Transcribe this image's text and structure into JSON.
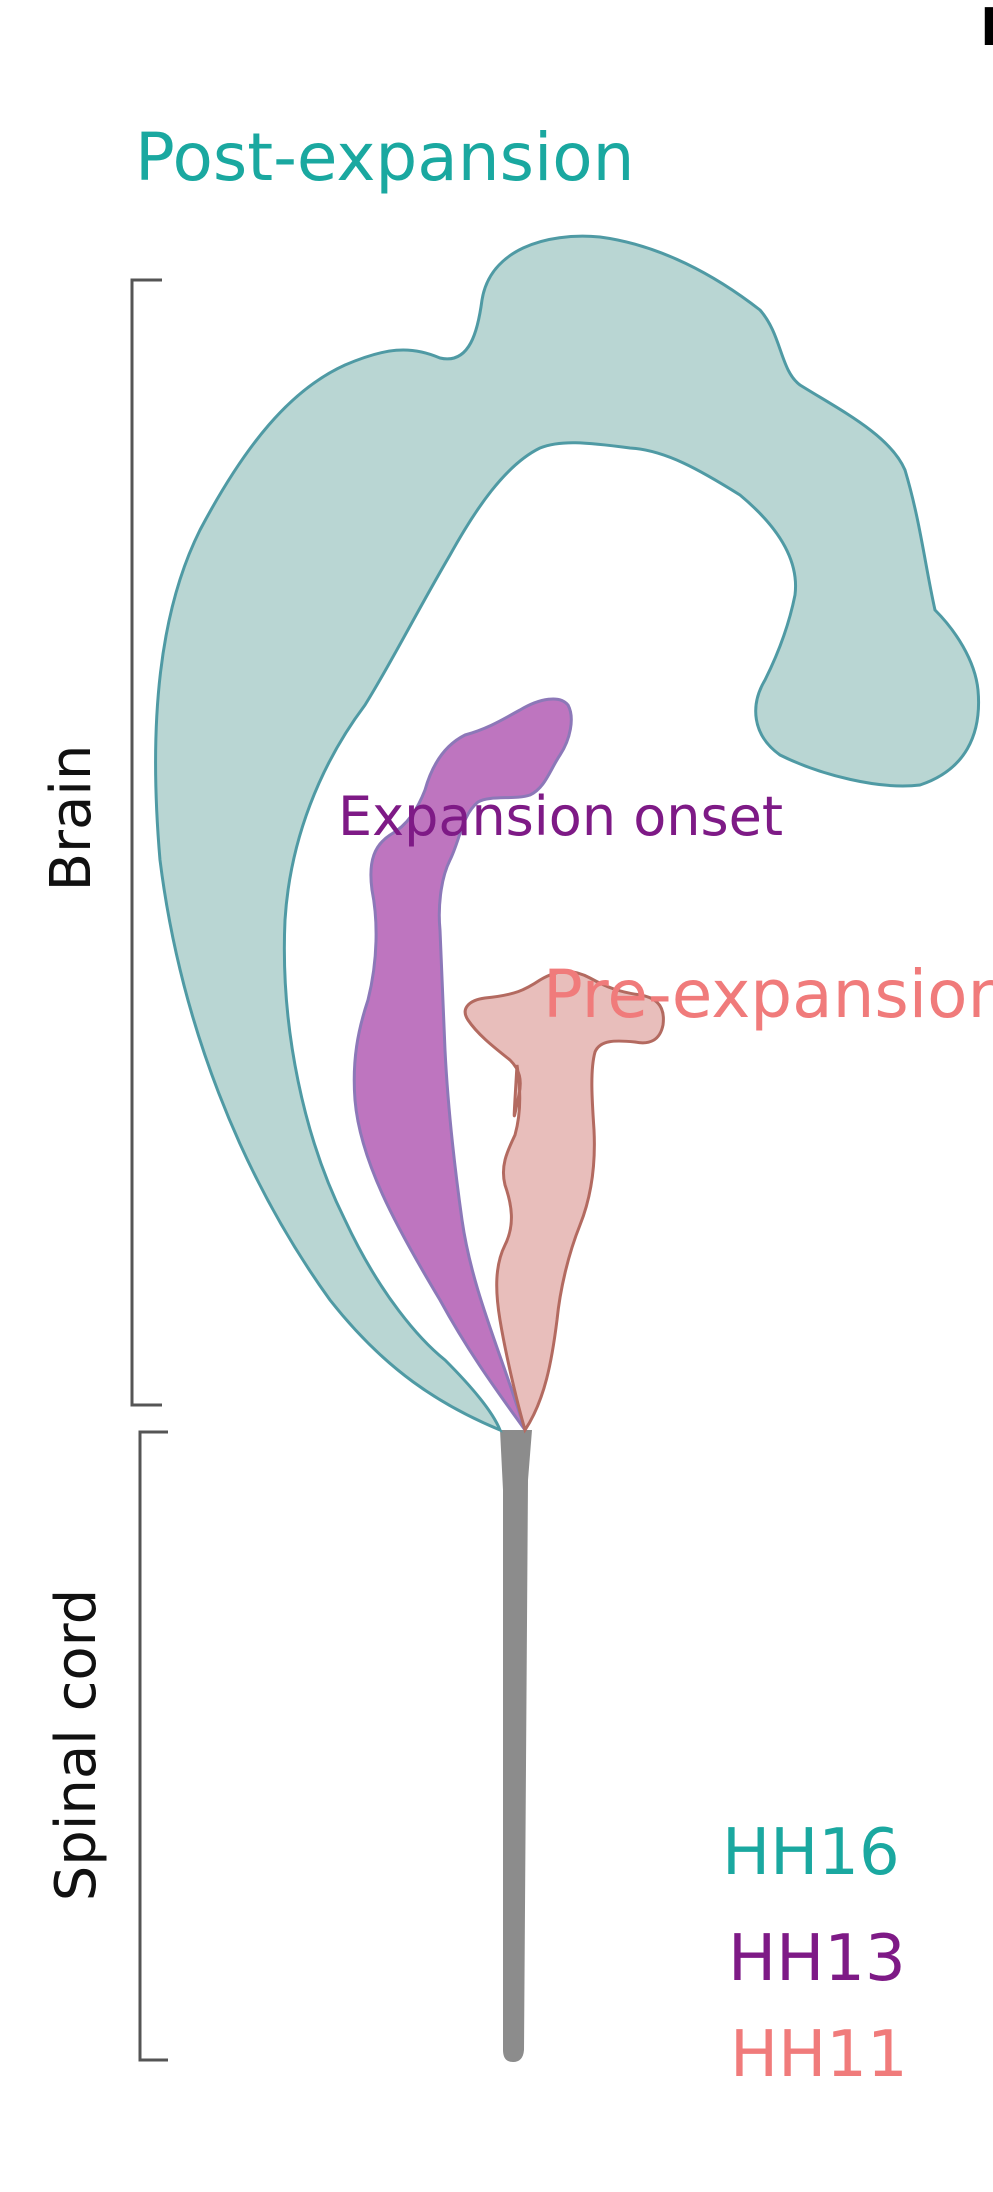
{
  "panel_letter": "E",
  "titles": {
    "post_expansion": "Post-expansion",
    "expansion_onset": "Expansion onset",
    "pre_expansion": "Pre-expansion"
  },
  "regions": {
    "brain": "Brain",
    "spinal_cord": "Spinal cord"
  },
  "legend": [
    {
      "label": "HH16",
      "color": "#1aa8a0"
    },
    {
      "label": "HH13",
      "color": "#7e1a86"
    },
    {
      "label": "HH11",
      "color": "#f07b7b"
    }
  ],
  "colors": {
    "post_fill": "#b5d4d1",
    "post_stroke": "#4f9aa4",
    "onset_fill": "#b766b8",
    "onset_stroke": "#8c78b8",
    "pre_fill": "#e6b8b5",
    "pre_stroke": "#b36a60",
    "spinal": "#8c8c8c",
    "bracket": "#555555"
  }
}
